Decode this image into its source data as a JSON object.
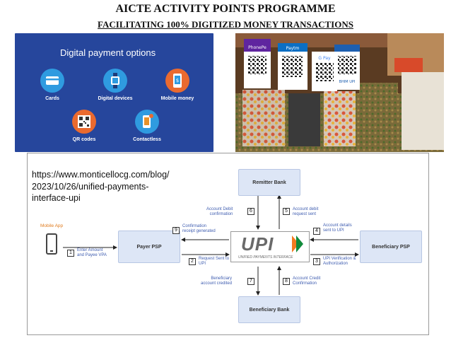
{
  "header": {
    "title": "AICTE ACTIVITY POINTS PROGRAMME",
    "subtitle": "FACILITATING 100% DIGITIZED MONEY TRANSACTIONS"
  },
  "digital_payments": {
    "title": "Digital payment options",
    "items": [
      {
        "label": "Cards",
        "icon": "card-icon",
        "color": "#2f9be0"
      },
      {
        "label": "Digital devices",
        "icon": "watch-icon",
        "color": "#2f9be0"
      },
      {
        "label": "Mobile money",
        "icon": "mobile-money-icon",
        "color": "#ea6a2f"
      },
      {
        "label": "QR codes",
        "icon": "qr-code-icon",
        "color": "#ea6a2f"
      },
      {
        "label": "Contactless",
        "icon": "contactless-card-icon",
        "color": "#2f9be0"
      }
    ],
    "background": "#26469c"
  },
  "qr_photo": {
    "signs": [
      "PhonePe",
      "Paytm",
      "G Pay",
      "BHIM UPI"
    ]
  },
  "upi_diagram": {
    "source_url": "https://www.monticellocg.com/blog/\n2023/10/26/unified-payments-\ninterface-upi",
    "mobile_app_label": "Mobile App",
    "nodes": {
      "payer_psp": "Payer PSP",
      "remitter_bank": "Remitter Bank",
      "beneficiary_psp": "Beneficiary PSP",
      "beneficiary_bank": "Beneficiary Bank",
      "upi_logo": "UPI",
      "upi_tagline": "UNIFIED PAYMENTS INTERFACE"
    },
    "steps": [
      {
        "num": "1",
        "text": "Enter Amount\nand Payee VPA"
      },
      {
        "num": "2",
        "text": "Request Sent to\nUPI"
      },
      {
        "num": "3",
        "text": "UPI Verification &\nAuthorization"
      },
      {
        "num": "4",
        "text": "Account details\nsent to UPI"
      },
      {
        "num": "5",
        "text": "Account debit\nrequest sent"
      },
      {
        "num": "6",
        "text": "Account Debit\nconfirmation"
      },
      {
        "num": "7",
        "text": "Beneficiary\naccount credited"
      },
      {
        "num": "8",
        "text": "Account Credit\nConfirmation"
      },
      {
        "num": "9",
        "text": "Confirmation\nreceipt generated"
      }
    ]
  }
}
